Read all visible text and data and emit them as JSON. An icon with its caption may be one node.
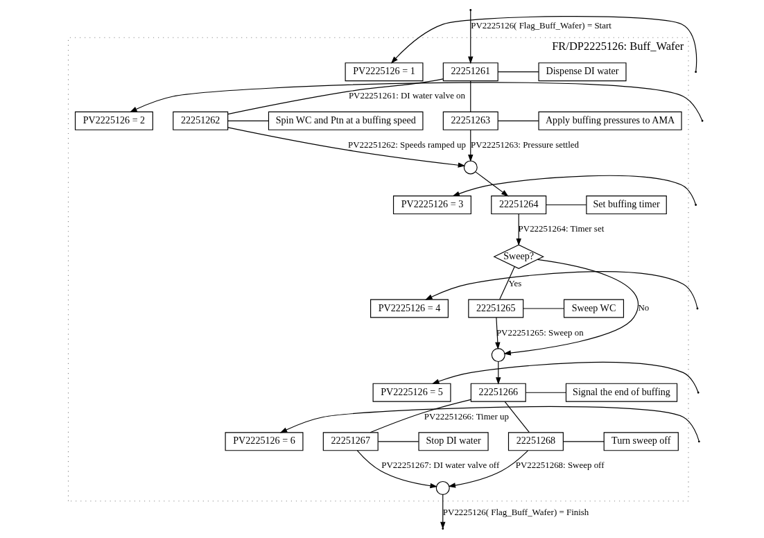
{
  "diagram": {
    "nodes": [
      {
        "text": [
          "FR/DP2225126: Buff_Wafer"
        ]
      },
      {
        "text": [
          "22251261"
        ],
        "in": 0
      },
      {
        "text": [
          "Dispense DI water"
        ],
        "in": 0
      },
      {
        "text": [
          "22251262"
        ],
        "in": 0
      },
      {
        "text": [
          "Spin WC and Ptn at a buffing speed"
        ],
        "in": 0
      },
      {
        "text": [
          "22251263"
        ],
        "in": 0
      },
      {
        "text": [
          "Apply buffing pressures to AMA"
        ],
        "in": 0
      },
      {
        "text": [],
        "shape": "circle",
        "in": 0
      },
      {
        "text": [
          "22251264"
        ],
        "in": 0
      },
      {
        "text": [
          "Set buffing timer"
        ],
        "in": 0
      },
      {
        "text": [
          "Sweep?"
        ],
        "in": 0
      },
      {
        "text": [
          "22251265"
        ],
        "in": 0
      },
      {
        "text": [
          "Sweep WC"
        ],
        "in": 0
      },
      {
        "text": [],
        "shape": "circle",
        "in": 0
      },
      {
        "text": [
          "22251266"
        ],
        "in": 0
      },
      {
        "text": [
          "Signal the end of buffing"
        ],
        "in": 0
      },
      {
        "text": [
          "22251267"
        ],
        "in": 0
      },
      {
        "text": [
          "Stop DI water"
        ],
        "in": 0
      },
      {
        "text": [
          "22251268"
        ],
        "in": 0
      },
      {
        "text": [
          "Turn sweep off"
        ],
        "in": 0
      },
      {
        "text": [],
        "shape": "circle",
        "in": 0
      },
      {
        "text": [
          "PV2225126 = 1"
        ],
        "in": 0
      },
      {
        "text": [
          "PV2225126 = 2"
        ],
        "in": 0
      },
      {
        "text": [
          "PV2225126 = 3"
        ],
        "in": 0
      },
      {
        "text": [
          "PV2225126 = 4"
        ],
        "in": 0
      },
      {
        "text": [
          "PV2225126 = 5"
        ],
        "in": 0
      },
      {
        "text": [
          "PV2225126 = 6"
        ],
        "in": 0
      }
    ],
    "edges": [
      {
        "from": null,
        "to": 1,
        "arrow": "to",
        "label": "PV2225126( Flag_Buff_Wafer) = Start"
      },
      {
        "from": 1,
        "to": 2,
        "arrow": "none"
      },
      {
        "from": 1,
        "to": 3,
        "arrow": "none",
        "label": "PV22251261: DI water valve on"
      },
      {
        "from": 1,
        "to": 5,
        "arrow": "none"
      },
      {
        "from": 3,
        "to": 4,
        "arrow": "none"
      },
      {
        "from": 5,
        "to": 6,
        "arrow": "none"
      },
      {
        "from": 3,
        "to": 7,
        "arrow": "to",
        "label": "PV22251262: Speeds ramped up"
      },
      {
        "from": 5,
        "to": 7,
        "arrow": "to",
        "label": "PV22251263: Pressure settled"
      },
      {
        "from": 7,
        "to": 8,
        "arrow": "to"
      },
      {
        "from": 8,
        "to": 9,
        "arrow": "none"
      },
      {
        "from": 8,
        "to": 10,
        "arrow": "to",
        "label": "PV22251264: Timer set"
      },
      {
        "from": 10,
        "to": 11,
        "arrow": "none",
        "label": "Yes"
      },
      {
        "from": 10,
        "to": 13,
        "arrow": "to",
        "label": "No"
      },
      {
        "from": 11,
        "to": 12,
        "arrow": "none"
      },
      {
        "from": 11,
        "to": 13,
        "arrow": "to",
        "label": "PV22251265: Sweep on"
      },
      {
        "from": 13,
        "to": 14,
        "arrow": "to"
      },
      {
        "from": 14,
        "to": 15,
        "arrow": "none"
      },
      {
        "from": 14,
        "to": 16,
        "arrow": "none",
        "label": "PV22251266: Timer up"
      },
      {
        "from": 14,
        "to": 18,
        "arrow": "none"
      },
      {
        "from": 16,
        "to": 17,
        "arrow": "none"
      },
      {
        "from": 18,
        "to": 19,
        "arrow": "none"
      },
      {
        "from": 16,
        "to": 20,
        "arrow": "to",
        "label": "PV22251267: DI water valve off"
      },
      {
        "from": 18,
        "to": 20,
        "arrow": "to",
        "label": "PV22251268: Sweep off"
      },
      {
        "from": 20,
        "to": null,
        "arrow": "to",
        "label": "PV2225126( Flag_Buff_Wafer) = Finish"
      },
      {
        "from": null,
        "to": 21,
        "arrow": "to"
      },
      {
        "from": null,
        "to": 22,
        "arrow": "to"
      },
      {
        "from": null,
        "to": 23,
        "arrow": "to"
      },
      {
        "from": null,
        "to": 24,
        "arrow": "to"
      },
      {
        "from": null,
        "to": 25,
        "arrow": "to"
      },
      {
        "from": null,
        "to": 26,
        "arrow": "to"
      }
    ]
  }
}
